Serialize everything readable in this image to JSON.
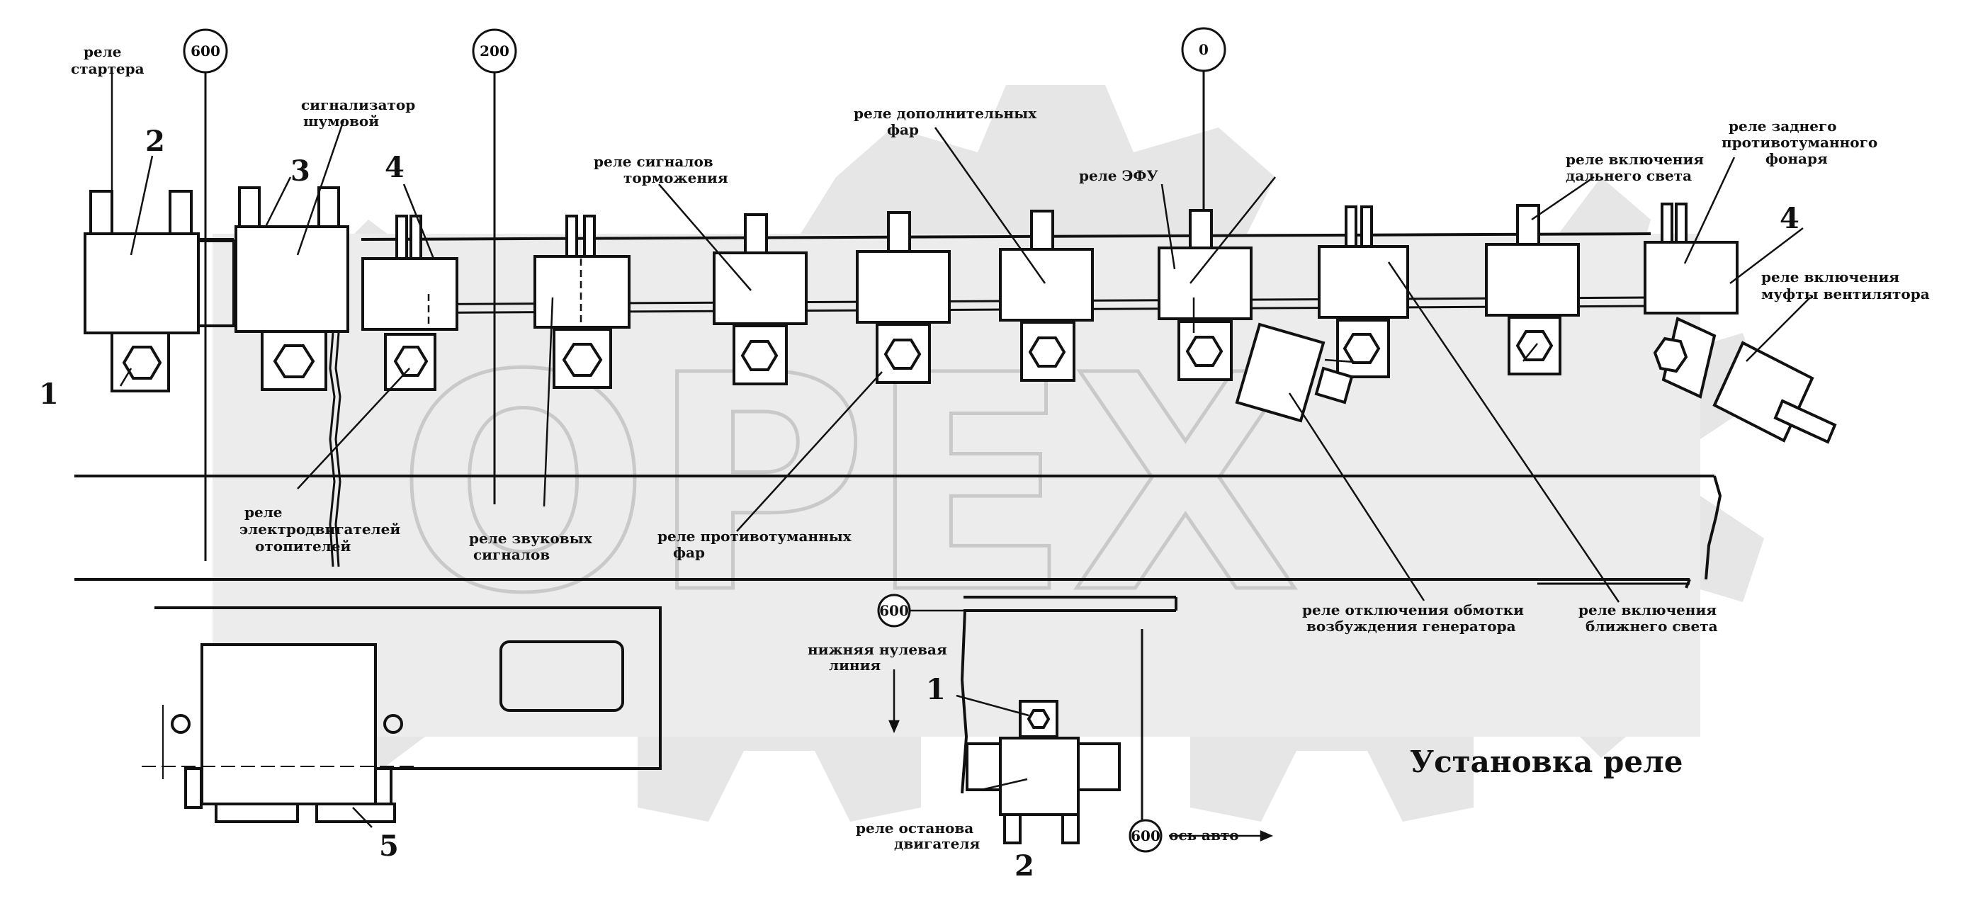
{
  "watermark": "OPEX",
  "title": "Установка реле",
  "labels": {
    "rele_startera_1": "реле",
    "rele_startera_2": "стартера",
    "signalizator_1": "сигнализатор",
    "signalizator_2": "шумовой",
    "signal_torm_1": "реле сигналов",
    "signal_torm_2": "торможения",
    "dop_far_1": "реле дополнительных",
    "dop_far_2": "фар",
    "efu": "реле ЭФУ",
    "dal_svet_1": "реле включения",
    "dal_svet_2": "дальнего света",
    "zad_fonar_1": "реле заднего",
    "zad_fonar_2": "противотуманного",
    "zad_fonar_3": "фонаря",
    "mufta_1": "реле включения",
    "mufta_2": "муфты вентилятора",
    "otop_1": "реле",
    "otop_2": "электродвигателей",
    "otop_3": "отопителей",
    "zvuk_1": "реле звуковых",
    "zvuk_2": "сигналов",
    "protiv_1": "реле противотуманных",
    "protiv_2": "фар",
    "obmotka_1": "реле отключения обмотки",
    "obmotka_2": "возбуждения генератора",
    "blizh_1": "реле включения",
    "blizh_2": "ближнего света",
    "nizh_1": "нижняя нулевая",
    "nizh_2": "линия",
    "ostanov_1": "реле останова",
    "ostanov_2": "двигателя",
    "os_avto": "ось авто"
  },
  "circles": {
    "c600_top": "600",
    "c200": "200",
    "c0": "0",
    "c600_mid": "600",
    "c600_bot": "600"
  },
  "numbers": {
    "n1_left": "1",
    "n2_top": "2",
    "n3": "3",
    "n4_left": "4",
    "n4_right": "4",
    "n5": "5",
    "n1_bot": "1",
    "n2_bot": "2"
  }
}
